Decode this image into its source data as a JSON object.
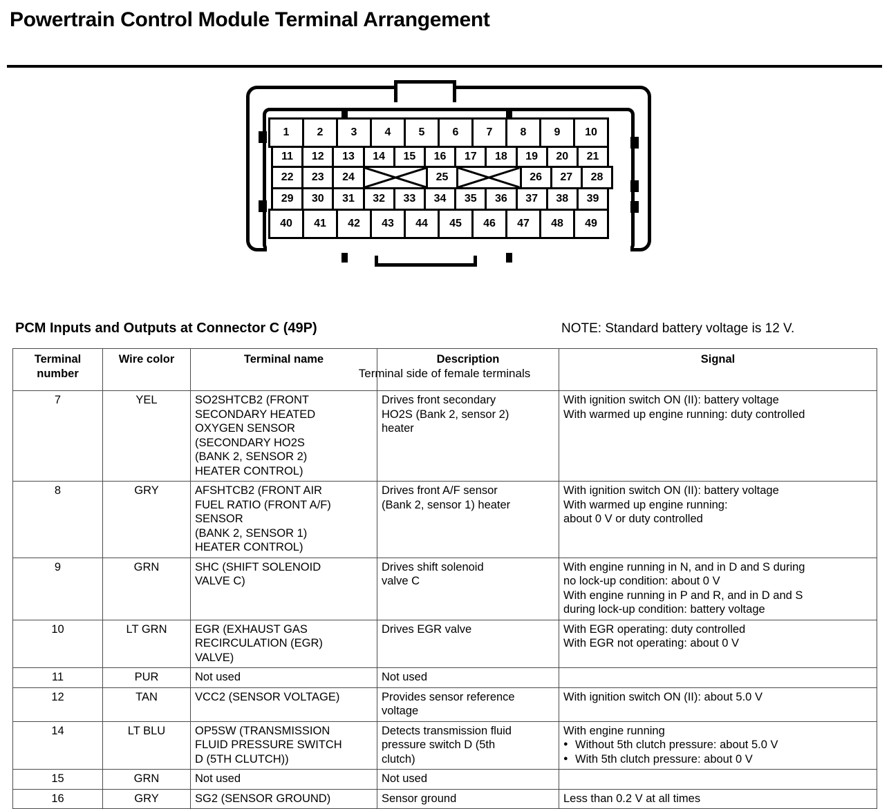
{
  "page_title": "Powertrain Control Module Terminal Arrangement",
  "connector": {
    "caption": "Terminal side of female terminals",
    "blank_marker": "x-cross",
    "rows": [
      {
        "name": "row-a",
        "pins": [
          "1",
          "2",
          "3",
          "4",
          "5",
          "6",
          "7",
          "8",
          "9",
          "10"
        ]
      },
      {
        "name": "row-b",
        "pins": [
          "11",
          "12",
          "13",
          "14",
          "15",
          "16",
          "17",
          "18",
          "19",
          "20",
          "21"
        ]
      },
      {
        "name": "row-c",
        "pins": [
          "22",
          "23",
          "24",
          "",
          "25",
          "",
          "26",
          "27",
          "28"
        ]
      },
      {
        "name": "row-d",
        "pins": [
          "29",
          "30",
          "31",
          "32",
          "33",
          "34",
          "35",
          "36",
          "37",
          "38",
          "39"
        ]
      },
      {
        "name": "row-e",
        "pins": [
          "40",
          "41",
          "42",
          "43",
          "44",
          "45",
          "46",
          "47",
          "48",
          "49"
        ]
      }
    ]
  },
  "section": {
    "title": "PCM Inputs and Outputs at Connector C (49P)",
    "note": "NOTE: Standard battery voltage is 12 V."
  },
  "table": {
    "headers": [
      "Terminal\nnumber",
      "Wire color",
      "Terminal name",
      "Description",
      "Signal"
    ],
    "rows": [
      {
        "terminal": "7",
        "wire_color": "YEL",
        "terminal_name": "SO2SHTCB2 (FRONT\nSECONDARY HEATED\nOXYGEN SENSOR\n(SECONDARY HO2S\n(BANK 2, SENSOR 2)\nHEATER CONTROL)",
        "description": "Drives front secondary\nHO2S (Bank 2, sensor 2)\nheater",
        "signal": "With ignition switch ON (II): battery voltage\nWith warmed up engine running: duty controlled"
      },
      {
        "terminal": "8",
        "wire_color": "GRY",
        "terminal_name": "AFSHTCB2 (FRONT AIR\nFUEL RATIO (FRONT A/F)\nSENSOR\n(BANK 2, SENSOR 1)\nHEATER CONTROL)",
        "description": "Drives front A/F sensor\n(Bank 2, sensor 1) heater",
        "signal": "With ignition switch ON (II): battery voltage\nWith warmed up engine running:\nabout 0 V or duty controlled"
      },
      {
        "terminal": "9",
        "wire_color": "GRN",
        "terminal_name": "SHC (SHIFT SOLENOID\nVALVE C)",
        "description": "Drives shift solenoid\nvalve C",
        "signal": "With engine running in N, and in D and S during\nno lock-up condition: about 0 V\nWith engine running in P and R, and in D and S\nduring lock-up condition: battery voltage"
      },
      {
        "terminal": "10",
        "wire_color": "LT GRN",
        "terminal_name": "EGR (EXHAUST GAS\nRECIRCULATION (EGR)\nVALVE)",
        "description": "Drives EGR valve",
        "signal": "With EGR operating: duty controlled\nWith EGR not operating: about 0 V"
      },
      {
        "terminal": "11",
        "wire_color": "PUR",
        "terminal_name": "Not used",
        "description": "Not used",
        "signal": ""
      },
      {
        "terminal": "12",
        "wire_color": "TAN",
        "terminal_name": "VCC2 (SENSOR VOLTAGE)",
        "description": "Provides sensor reference\nvoltage",
        "signal": "With ignition switch ON (II): about 5.0 V"
      },
      {
        "terminal": "14",
        "wire_color": "LT BLU",
        "terminal_name": "OP5SW (TRANSMISSION\nFLUID PRESSURE SWITCH\nD (5TH CLUTCH))",
        "description": "Detects transmission fluid\npressure switch D (5th\nclutch)",
        "signal": "With engine running",
        "signal_bullets": [
          "Without 5th clutch pressure: about 5.0 V",
          "With 5th clutch pressure: about 0 V"
        ]
      },
      {
        "terminal": "15",
        "wire_color": "GRN",
        "terminal_name": "Not used",
        "description": "Not used",
        "signal": ""
      },
      {
        "terminal": "16",
        "wire_color": "GRY",
        "terminal_name": "SG2 (SENSOR GROUND)",
        "description": "Sensor ground",
        "signal": "Less than 0.2 V at all times"
      }
    ]
  }
}
